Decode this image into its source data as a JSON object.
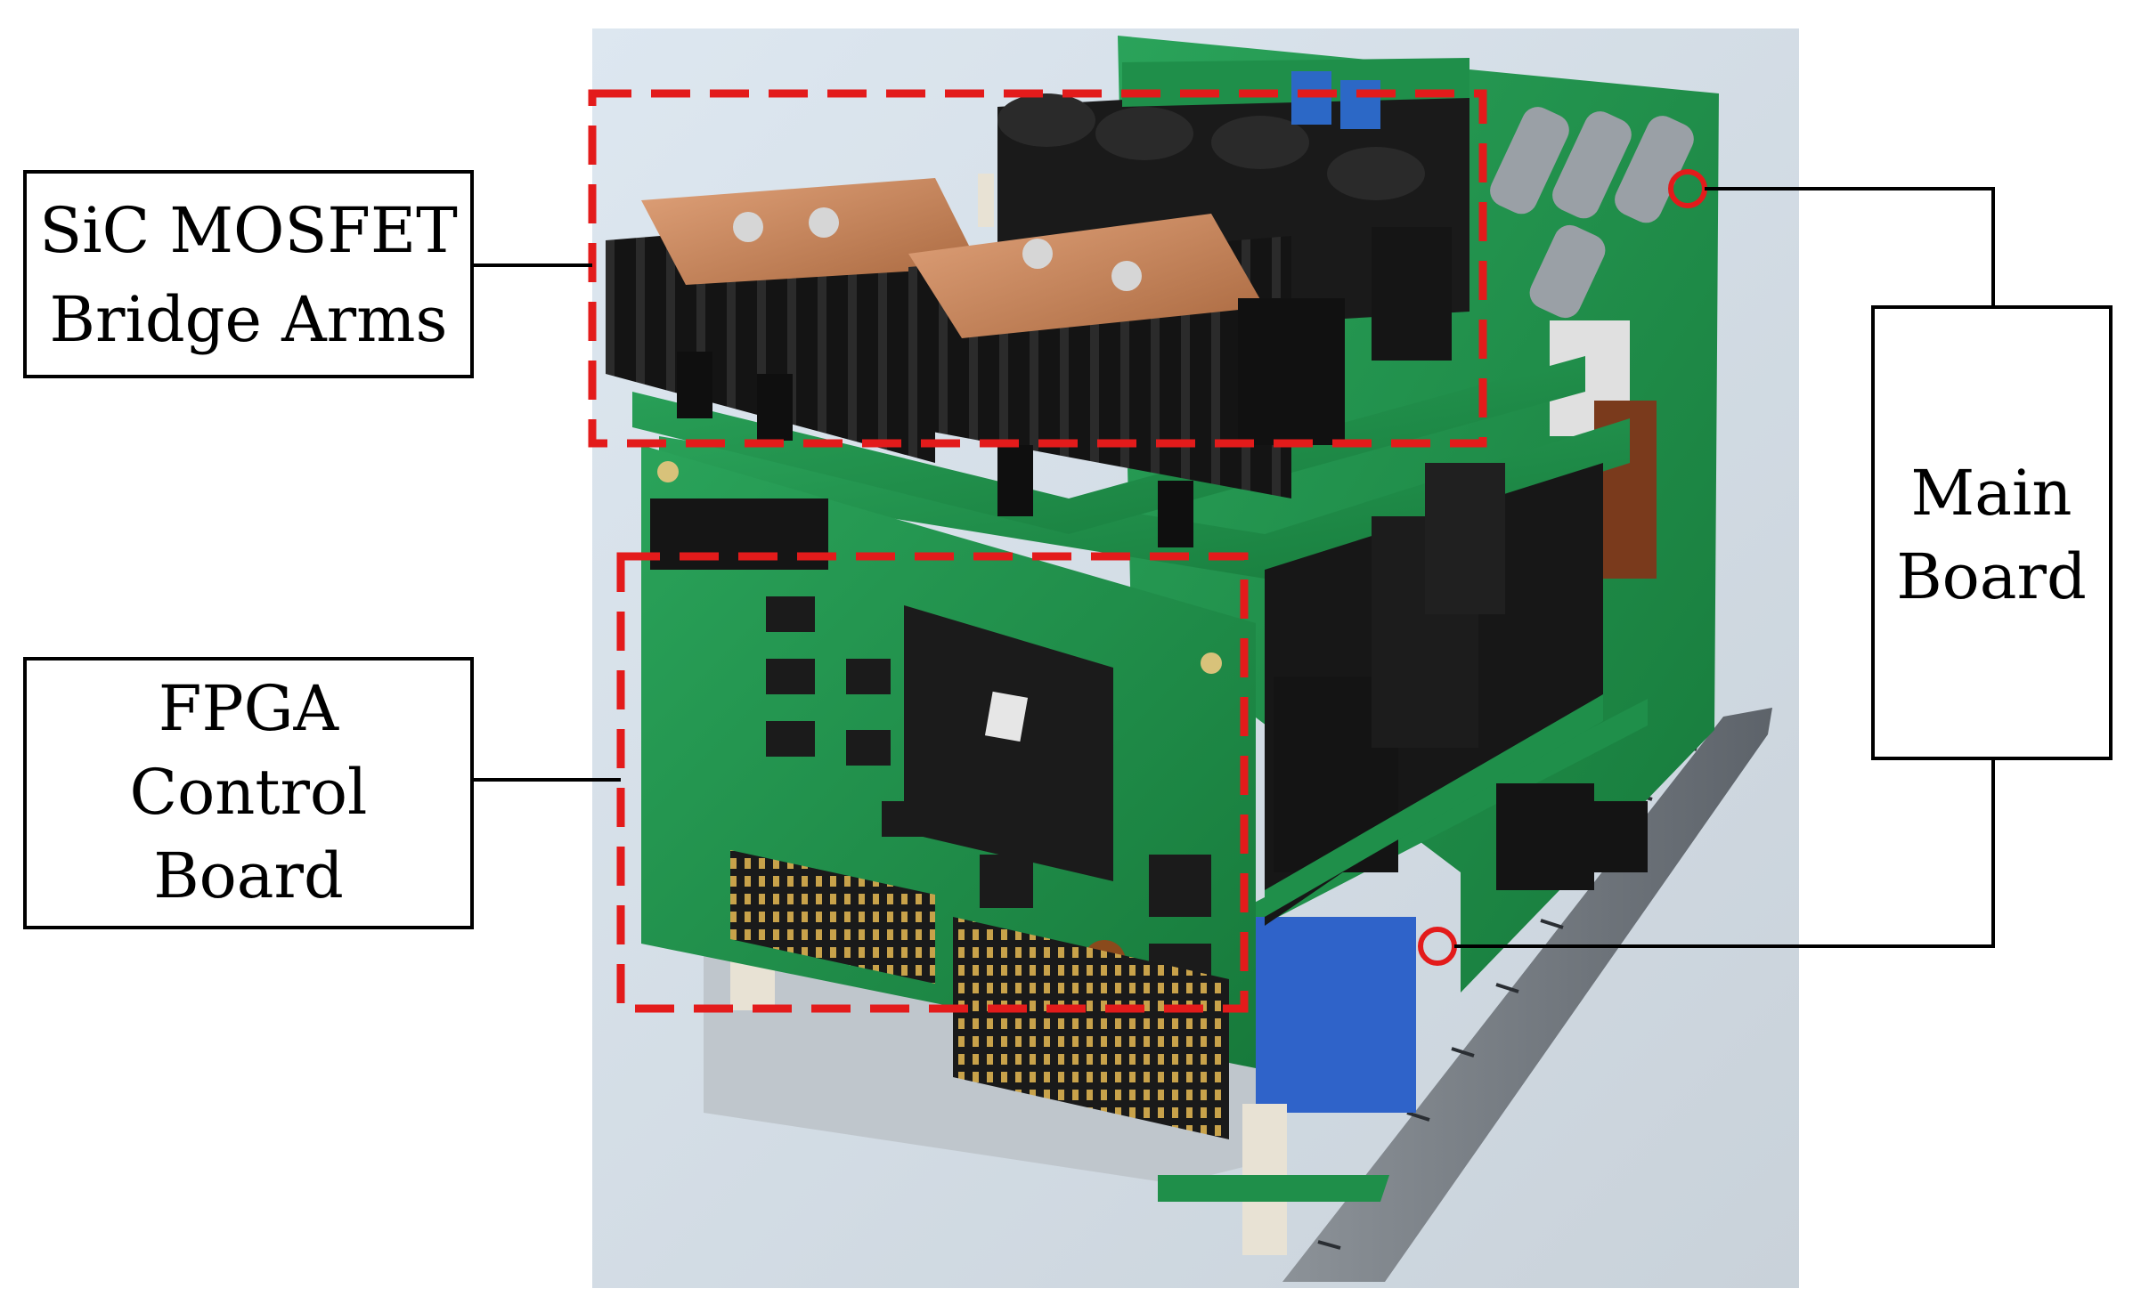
{
  "labels": {
    "sic_mosfet": {
      "line1": "SiC MOSFET",
      "line2": "Bridge Arms"
    },
    "fpga": {
      "line1": "FPGA",
      "line2": "Control",
      "line3": "Board"
    },
    "main_board": {
      "line1": "Main",
      "line2": "Board"
    }
  },
  "colors": {
    "highlight_red": "#e31b1b",
    "pcb_green": "#1f8f4a",
    "heatsink_black": "#141414",
    "copper": "#c9875e",
    "background": "#dfe5ea"
  }
}
